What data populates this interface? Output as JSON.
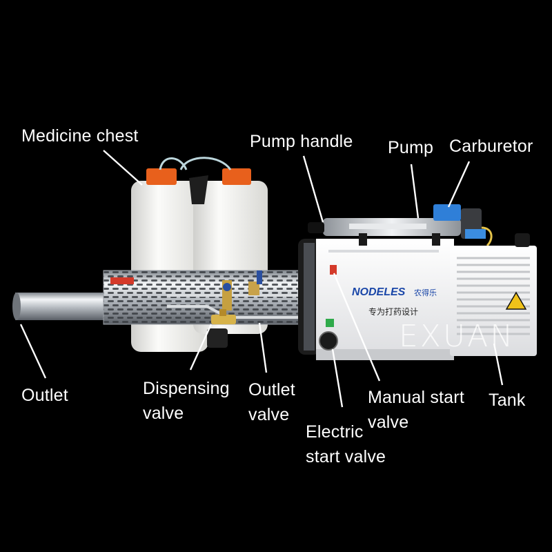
{
  "watermark": "EXUAN",
  "brand": {
    "name": "NODELES",
    "cn_name": "农得乐",
    "tagline": "专为打药设计"
  },
  "labels": {
    "medicine_chest": "Medicine chest",
    "pump_handle": "Pump handle",
    "pump": "Pump",
    "carburetor": "Carburetor",
    "outlet": "Outlet",
    "dispensing_valve": [
      "Dispensing",
      "valve"
    ],
    "outlet_valve": [
      "Outlet",
      "valve"
    ],
    "electric_start_valve": [
      "Electric",
      "start valve"
    ],
    "manual_start_valve": [
      "Manual start",
      "valve"
    ],
    "tank": "Tank"
  },
  "colors": {
    "background": "#000000",
    "label_text": "#ffffff",
    "leader_line": "#ffffff",
    "tank_white": "#f2f2f0",
    "cap_orange": "#e8601c",
    "brand_blue": "#1a46a8",
    "carburetor_blue": "#2f7fd8",
    "steel": "#c9cdd2"
  },
  "icons": [
    "warning-triangle-icon",
    "start-knob-icon"
  ]
}
